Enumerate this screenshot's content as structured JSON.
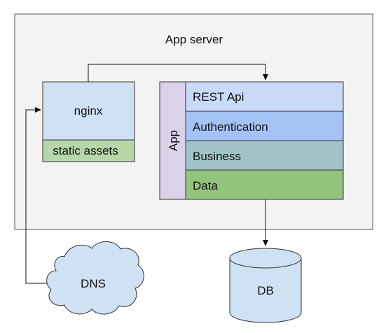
{
  "diagram": {
    "app_server": {
      "label": "App server",
      "fill": "#f3f3f3",
      "stroke": "#555555"
    },
    "nginx": {
      "label": "nginx",
      "fill": "#cfe2f3"
    },
    "static_assets": {
      "label": "static assets",
      "fill": "#b6d7a8"
    },
    "app_bar": {
      "label": "App",
      "fill": "#d9d2e9"
    },
    "layers": [
      {
        "label": "REST Api",
        "fill": "#c9daf8"
      },
      {
        "label": "Authentication",
        "fill": "#a4c2f4"
      },
      {
        "label": "Business",
        "fill": "#a2c4c9"
      },
      {
        "label": "Data",
        "fill": "#93c47d"
      }
    ],
    "dns": {
      "label": "DNS",
      "fill": "#cfe2f3"
    },
    "db": {
      "label": "DB",
      "fill": "#cfe2f3"
    }
  }
}
